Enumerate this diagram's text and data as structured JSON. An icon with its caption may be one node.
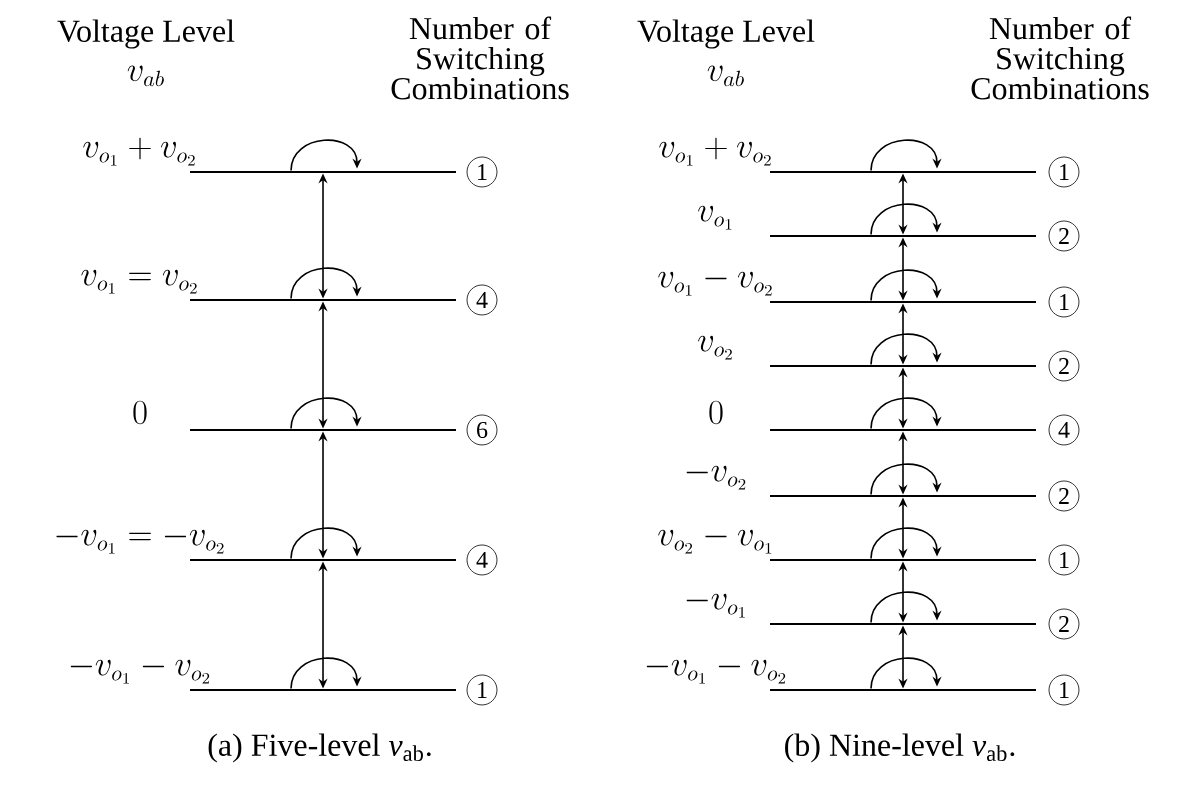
{
  "diagram": {
    "nodes": [
      {
        "text": [],
        "shape": "bar",
        "beside": [
          "v_{o_1} + v_{o_2}",
          "1"
        ]
      },
      {
        "text": [],
        "shape": "bar",
        "beside": [
          "v_{o_1} = v_{o_2}",
          "4"
        ]
      },
      {
        "text": [],
        "shape": "bar",
        "beside": [
          "0",
          "6"
        ]
      },
      {
        "text": [],
        "shape": "bar",
        "beside": [
          "-v_{o_1} = -v_{o_2}",
          "4"
        ]
      },
      {
        "text": [],
        "shape": "bar",
        "beside": [
          "-v_{o_1} - v_{o_2}",
          "1"
        ]
      },
      {
        "text": [],
        "shape": "bar",
        "beside": [
          "v_{o_1} + v_{o_2}",
          "1"
        ]
      },
      {
        "text": [],
        "shape": "bar",
        "beside": [
          "v_{o_1}",
          "2"
        ]
      },
      {
        "text": [],
        "shape": "bar",
        "beside": [
          "v_{o_1} - v_{o_2}",
          "1"
        ]
      },
      {
        "text": [],
        "shape": "bar",
        "beside": [
          "v_{o_2}",
          "2"
        ]
      },
      {
        "text": [],
        "shape": "bar",
        "beside": [
          "0",
          "4"
        ]
      },
      {
        "text": [],
        "shape": "bar",
        "beside": [
          "-v_{o_2}",
          "2"
        ]
      },
      {
        "text": [],
        "shape": "bar",
        "beside": [
          "v_{o_2} - v_{o_1}",
          "1"
        ]
      },
      {
        "text": [],
        "shape": "bar",
        "beside": [
          "-v_{o_1}",
          "2"
        ]
      },
      {
        "text": [],
        "shape": "bar",
        "beside": [
          "-v_{o_1} - v_{o_2}",
          "1"
        ]
      }
    ],
    "edges": [
      {
        "from": 0,
        "to": 0,
        "arrow": "to"
      },
      {
        "from": 0,
        "to": 1,
        "arrow": "both"
      },
      {
        "from": 1,
        "to": 1,
        "arrow": "to"
      },
      {
        "from": 1,
        "to": 2,
        "arrow": "both"
      },
      {
        "from": 2,
        "to": 2,
        "arrow": "to"
      },
      {
        "from": 2,
        "to": 3,
        "arrow": "both"
      },
      {
        "from": 3,
        "to": 3,
        "arrow": "to"
      },
      {
        "from": 3,
        "to": 4,
        "arrow": "both"
      },
      {
        "from": 4,
        "to": 4,
        "arrow": "to"
      },
      {
        "from": 5,
        "to": 5,
        "arrow": "to"
      },
      {
        "from": 5,
        "to": 6,
        "arrow": "both"
      },
      {
        "from": 6,
        "to": 6,
        "arrow": "to"
      },
      {
        "from": 6,
        "to": 7,
        "arrow": "both"
      },
      {
        "from": 7,
        "to": 7,
        "arrow": "to"
      },
      {
        "from": 7,
        "to": 8,
        "arrow": "both"
      },
      {
        "from": 8,
        "to": 8,
        "arrow": "to"
      },
      {
        "from": 8,
        "to": 9,
        "arrow": "both"
      },
      {
        "from": 9,
        "to": 9,
        "arrow": "to"
      },
      {
        "from": 9,
        "to": 10,
        "arrow": "both"
      },
      {
        "from": 10,
        "to": 10,
        "arrow": "to"
      },
      {
        "from": 10,
        "to": 11,
        "arrow": "both"
      },
      {
        "from": 11,
        "to": 11,
        "arrow": "to"
      },
      {
        "from": 11,
        "to": 12,
        "arrow": "both"
      },
      {
        "from": 12,
        "to": 12,
        "arrow": "to"
      },
      {
        "from": 12,
        "to": 13,
        "arrow": "both"
      },
      {
        "from": 13,
        "to": 13,
        "arrow": "to"
      }
    ],
    "labels": [
      "Voltage Level",
      "v_{ab}",
      "Number of Switching Combinations",
      "Voltage Level",
      "v_{ab}",
      "Number of Switching Combinations",
      "(a) Five-level *v*$_{ab}$.",
      "(b) Nine-level *v*$_{ab}$."
    ]
  }
}
